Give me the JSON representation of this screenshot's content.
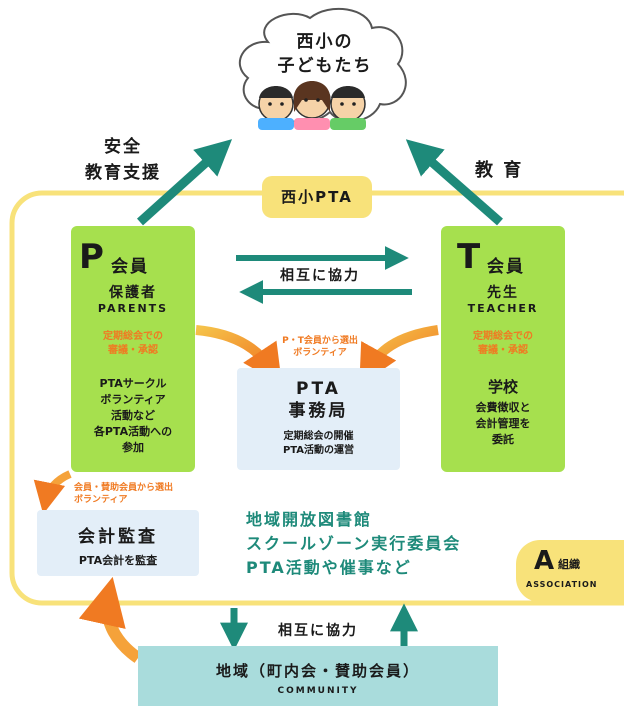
{
  "cloud": {
    "line1": "西小の",
    "line2": "子どもたち"
  },
  "left_arrow_label": {
    "line1": "安全",
    "line2": "教育支援"
  },
  "right_arrow_label": "教 育",
  "pta_tag": "西小PTA",
  "mutual_top": "相互に協力",
  "mutual_bottom": "相互に協力",
  "p_box": {
    "big_letter": "P",
    "title": "会員",
    "sub1": "保護者",
    "sub2": "PARENTS",
    "orange1": "定期総会での",
    "orange2": "審議・承認",
    "lines": [
      "PTAサークル",
      "ボランティア",
      "活動など",
      "各PTA活動への",
      "参加"
    ]
  },
  "t_box": {
    "big_letter": "T",
    "title": "会員",
    "sub1": "先生",
    "sub2": "TEACHER",
    "orange1": "定期総会での",
    "orange2": "審議・承認",
    "heading": "学校",
    "lines": [
      "会費徴収と",
      "会計管理を",
      "委託"
    ]
  },
  "volunteer_center": {
    "line1": "P・T会員から選出",
    "line2": "ボランティア"
  },
  "office": {
    "title1": "PTA",
    "title2": "事務局",
    "line1": "定期総会の開催",
    "line2": "PTA活動の運営"
  },
  "volunteer_left": {
    "line1": "会員・賛助会員から選出",
    "line2": "ボランティア"
  },
  "audit": {
    "title": "会計監査",
    "line1": "PTA会計を監査"
  },
  "activities": [
    "地域開放図書館",
    "スクールゾーン実行委員会",
    "PTA活動や催事など"
  ],
  "assoc": {
    "letter": "A",
    "word": "組織",
    "sub": "ASSOCIATION"
  },
  "community": {
    "title": "地域（町内会・賛助会員）",
    "sub": "COMMUNITY"
  },
  "colors": {
    "frame": "#f8e27a",
    "teal": "#1e8a7a",
    "green": "#a6e04e",
    "orange": "#f07a22",
    "lightblue": "#e3eef8",
    "community": "#a9dcdc"
  }
}
